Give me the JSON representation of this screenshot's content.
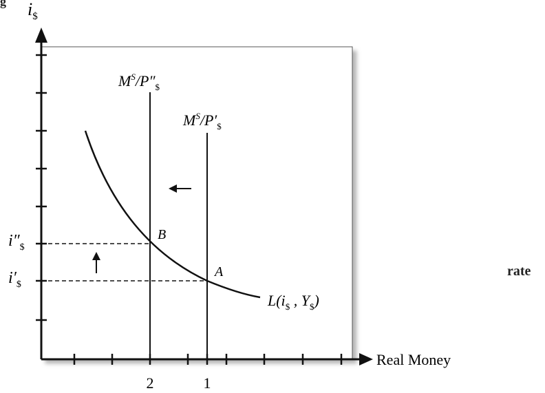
{
  "chart_data": {
    "type": "line",
    "title": "",
    "xlabel": "Real Money",
    "ylabel": "i$",
    "x_ticks": [
      {
        "x": 2,
        "label": "2"
      },
      {
        "x": 1,
        "label": "1"
      }
    ],
    "y_ticks": [
      {
        "label": "i″$",
        "name": "i-double-prime"
      },
      {
        "label": "i′$",
        "name": "i-prime"
      }
    ],
    "series": [
      {
        "name": "L(i$ , Y$)",
        "kind": "money-demand-curve"
      },
      {
        "name": "MS/P″$",
        "kind": "vertical-supply",
        "x": 2
      },
      {
        "name": "MS/P′$",
        "kind": "vertical-supply",
        "x": 1
      }
    ],
    "points": [
      {
        "label": "A"
      },
      {
        "label": "B"
      }
    ],
    "annotations": [
      "left-arrow",
      "up-arrow"
    ],
    "grid": false
  },
  "side_text": "rate",
  "corner_text": "g"
}
